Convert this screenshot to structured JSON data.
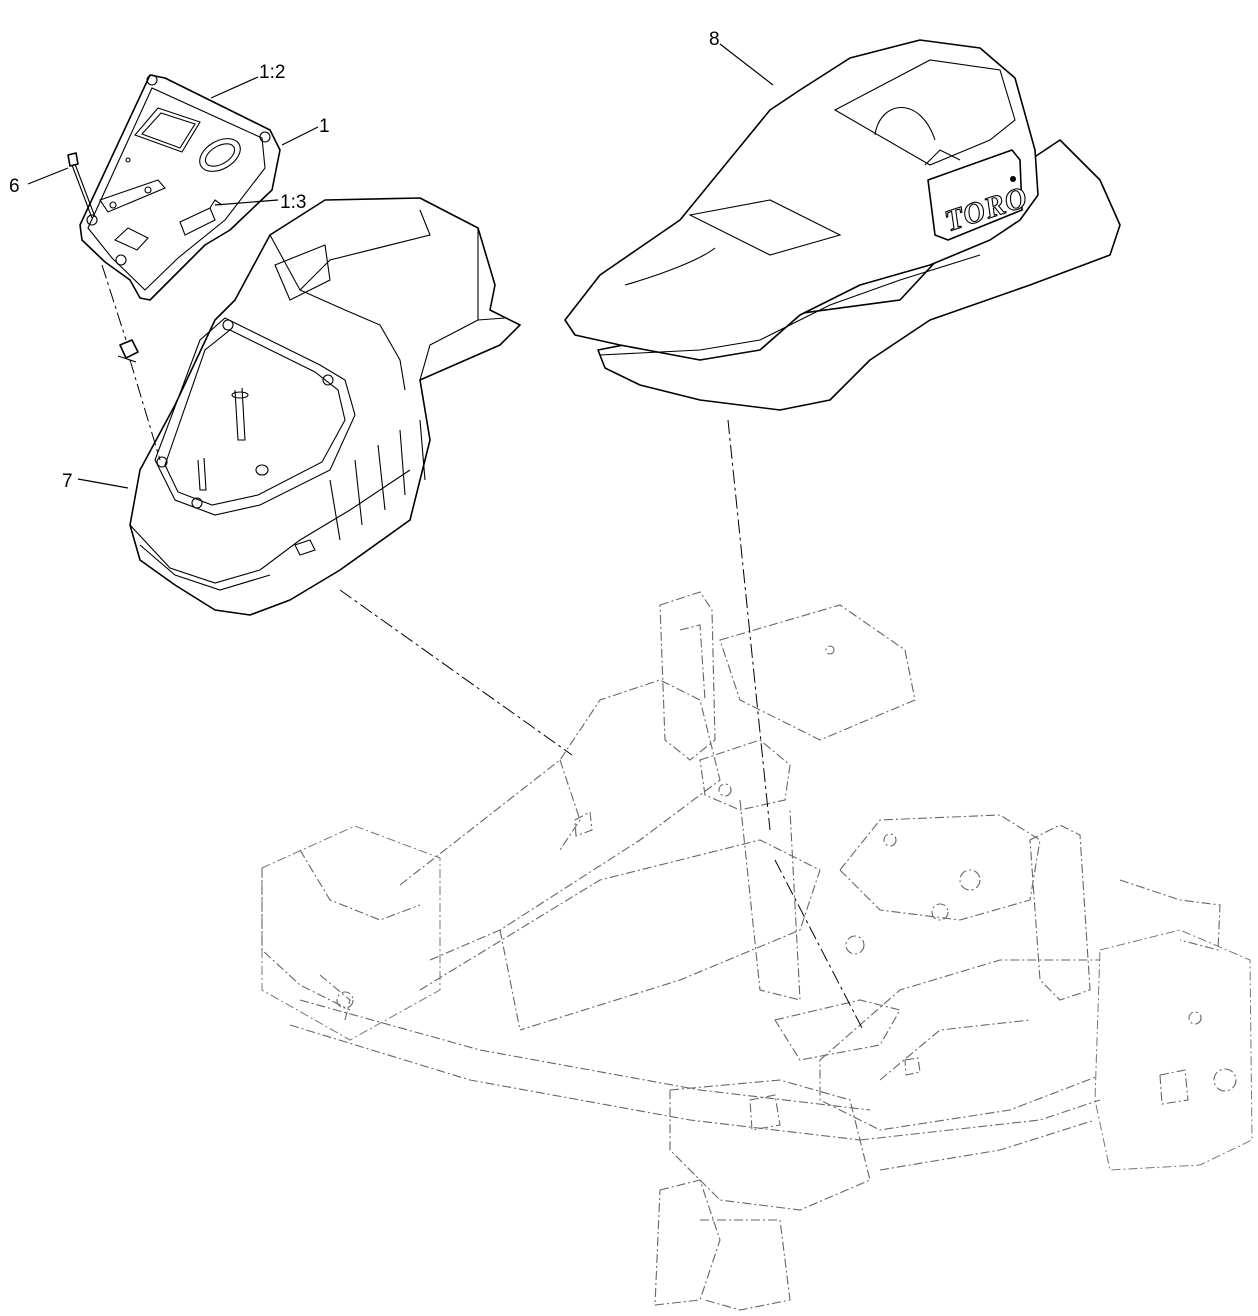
{
  "callouts": {
    "item_1": "1",
    "item_1_2": "1:2",
    "item_1_3": "1:3",
    "item_6": "6",
    "item_7": "7",
    "item_8": "8"
  },
  "logo": {
    "text": "TORO"
  }
}
